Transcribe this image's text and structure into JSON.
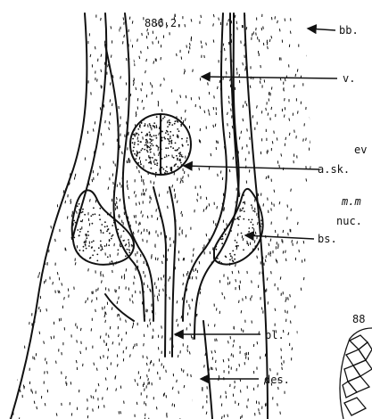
{
  "figure": {
    "number": "886,2",
    "corner_number_fragment": "88",
    "labels": {
      "bb": "bb.",
      "v": "v.",
      "ev": "ev",
      "ask": "a.sk.",
      "mm": "m.m",
      "nuc": "nuc.",
      "bs": "bs.",
      "bl": "bl.",
      "des": "des."
    }
  },
  "colors": {
    "ink": "#111111",
    "background": "#ffffff"
  }
}
